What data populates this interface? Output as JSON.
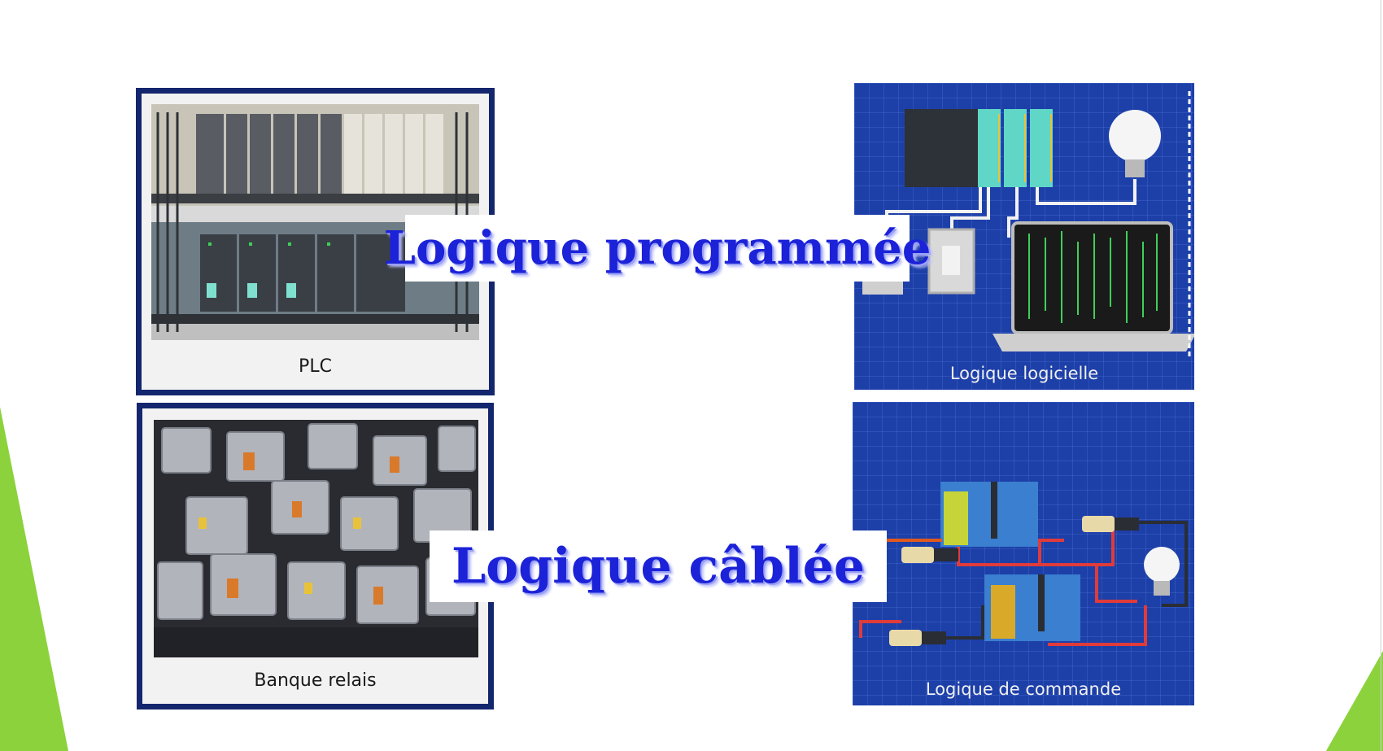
{
  "cards": {
    "plc": {
      "caption": "PLC"
    },
    "relays": {
      "caption": "Banque relais"
    }
  },
  "panels": {
    "software": {
      "caption": "Logique logicielle"
    },
    "control": {
      "caption": "Logique de commande"
    }
  },
  "banners": {
    "programmed": "Logique programmée",
    "wired": "Logique câblée"
  },
  "icons": {
    "plc_photo": "plc-rack-photo",
    "relay_photo": "relay-bank-photo",
    "software_diagram": "plc-laptop-lightbulb-diagram",
    "control_diagram": "relay-circuit-diagram"
  },
  "colors": {
    "frame": "#13266e",
    "banner_text": "#1b22d8",
    "panel_blue": "#1d3fa8",
    "accent_green": "#8cd23c"
  }
}
